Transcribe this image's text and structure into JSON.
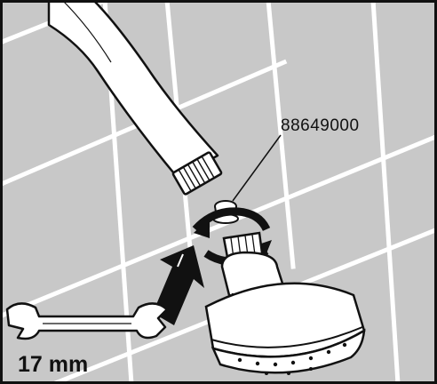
{
  "part_number": "88649000",
  "wrench_size": "17 mm",
  "colors": {
    "tile": "#c8c8c8",
    "grout": "#ffffff",
    "line": "#111111",
    "metal": "#ffffff",
    "frame": "#111111"
  },
  "icons": [
    "shower-arm",
    "flow-restrictor",
    "shower-head",
    "wrench",
    "rotation-arrows",
    "up-arrow"
  ]
}
